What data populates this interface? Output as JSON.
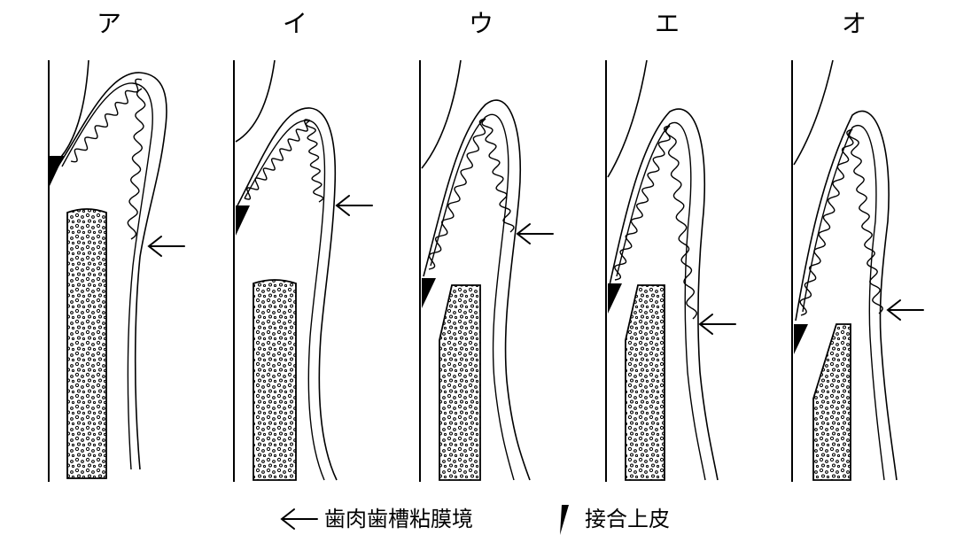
{
  "panels": [
    {
      "label": "ア"
    },
    {
      "label": "イ"
    },
    {
      "label": "ウ"
    },
    {
      "label": "エ"
    },
    {
      "label": "オ"
    }
  ],
  "legend": {
    "mucogingival_junction": "歯肉歯槽粘膜境",
    "junctional_epithelium": "接合上皮"
  },
  "colors": {
    "line": "#000000",
    "bone_dots": "#000000",
    "background": "#ffffff"
  }
}
